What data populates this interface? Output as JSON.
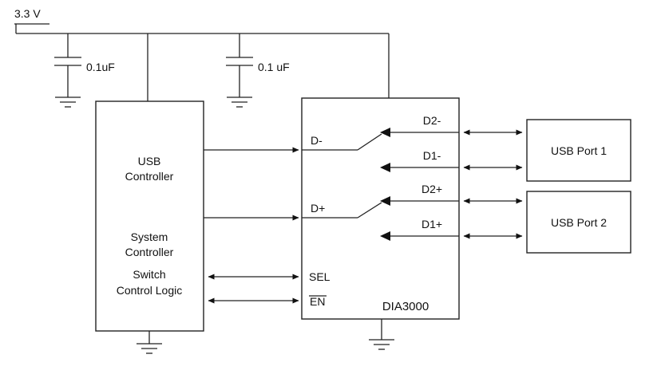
{
  "labels": {
    "supply": "3.3 V",
    "cap1": "0.1uF",
    "cap2": "0.1 uF",
    "controller": {
      "l1": "USB",
      "l2": "Controller",
      "l3": "System",
      "l4": "Controller",
      "l5": "Switch",
      "l6": "Control Logic"
    },
    "ic_name": "DIA3000",
    "pin_dm": "D-",
    "pin_dp": "D+",
    "pin_sel": "SEL",
    "pin_en": "EN",
    "sig_d2m": "D2-",
    "sig_d1m": "D1-",
    "sig_d2p": "D2+",
    "sig_d1p": "D1+",
    "port1": "USB Port 1",
    "port2": "USB Port 2"
  },
  "colors": {
    "line": "#222222",
    "text": "#111111",
    "background": "#ffffff"
  }
}
